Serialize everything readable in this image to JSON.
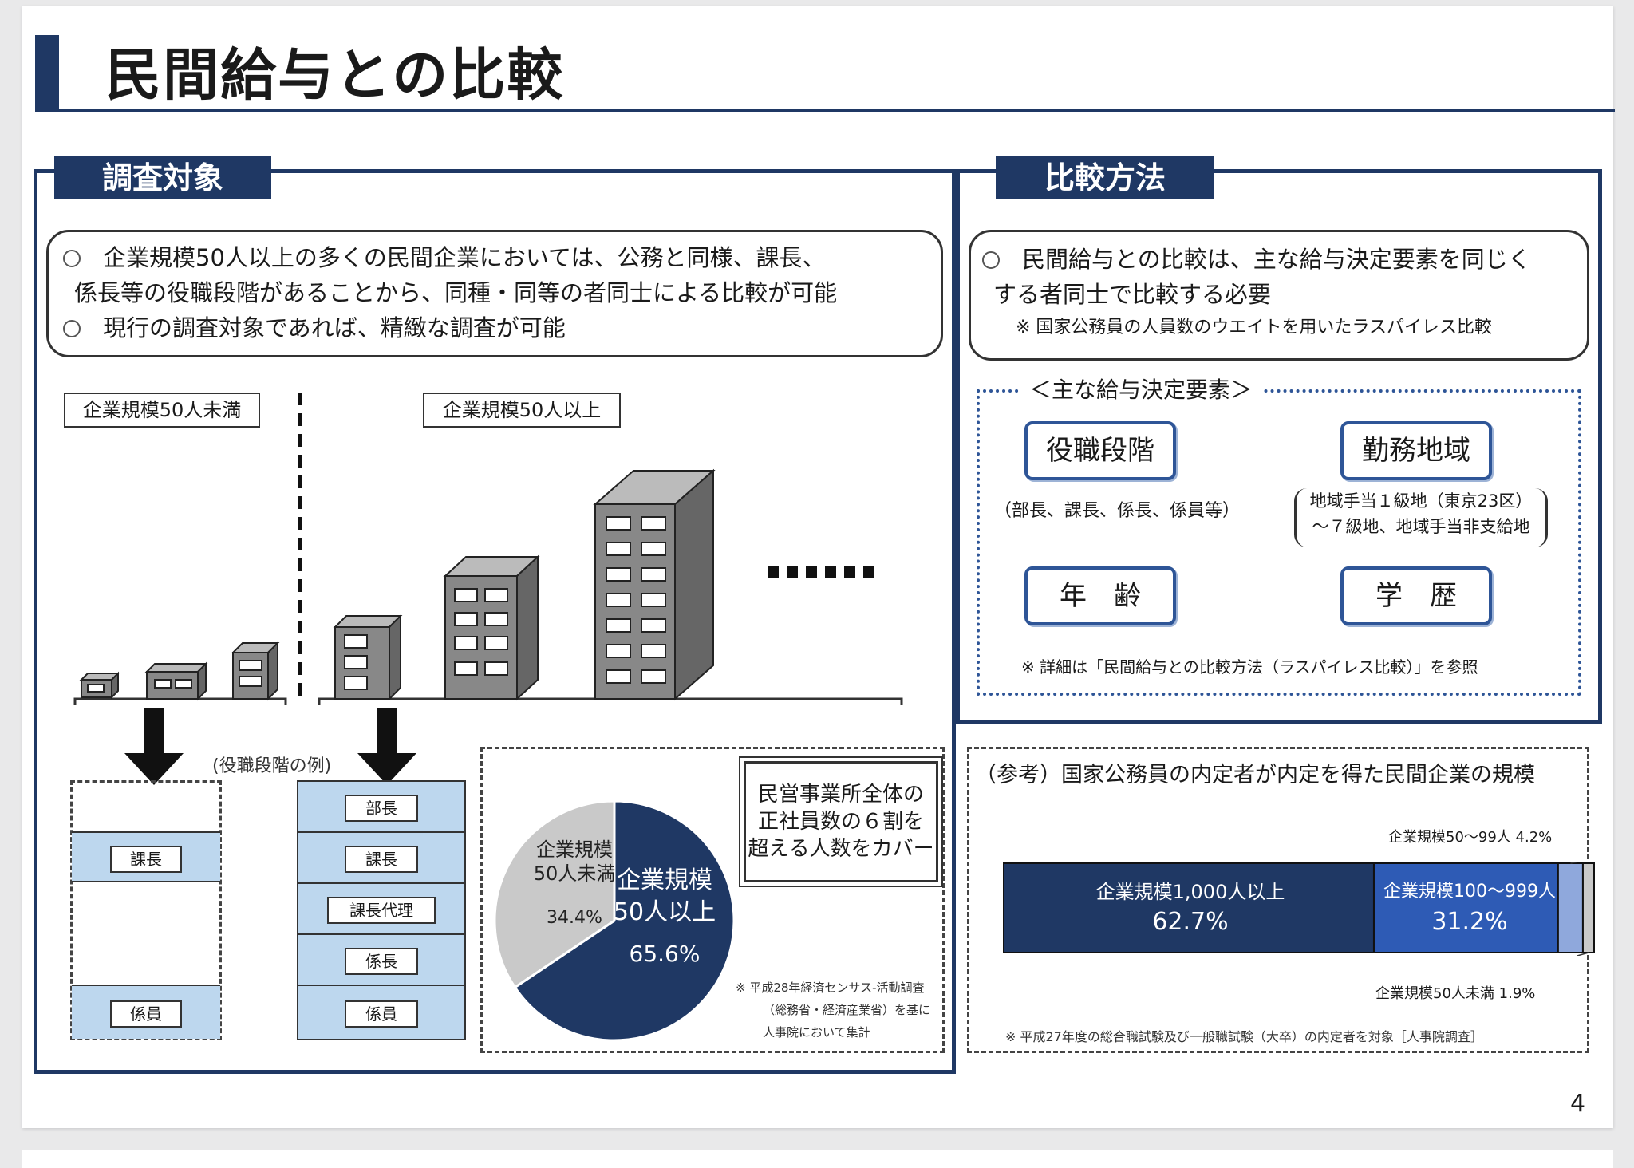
{
  "slide": {
    "title": "民間給与との比較",
    "page_number": "4"
  },
  "survey": {
    "header": "調査対象",
    "bullets": [
      "企業規模50人以上の多くの民間企業においては、公務と同様、課長、",
      "係長等の役職段階があることから、同種・同等の者同士による比較が可能",
      "現行の調査対象であれば、精緻な調査が可能"
    ],
    "label_small": "企業規模50人未満",
    "label_large": "企業規模50人以上",
    "role_caption": "(役職段階の例)",
    "roles_small": [
      "課長",
      "係員"
    ],
    "roles_large": [
      "部長",
      "課長",
      "課長代理",
      "係長",
      "係員"
    ]
  },
  "pie": {
    "callout": [
      "民営事業所全体の",
      "正社員数の６割を",
      "超える人数をカバー"
    ],
    "note": [
      "※ 平成28年経済センサス-活動調査",
      "（総務省・経済産業省）を基に",
      "人事院において集計"
    ]
  },
  "chart_data": [
    {
      "type": "pie",
      "slices": [
        {
          "label": "企業規模50人以上",
          "value": 65.6,
          "value_label": "65.6%"
        },
        {
          "label": "企業規模50人未満",
          "value": 34.4,
          "value_label": "34.4%"
        }
      ],
      "colors": [
        "#1f3864",
        "#c9c9c9"
      ]
    },
    {
      "type": "bar",
      "orientation": "horizontal-stacked",
      "title": "（参考）国家公務員の内定者が内定を得た民間企業の規模",
      "segments": [
        {
          "label": "企業規模1,000人以上",
          "value": 62.7,
          "value_label": "62.7%"
        },
        {
          "label": "企業規模100〜999人",
          "value": 31.2,
          "value_label": "31.2%"
        },
        {
          "label": "企業規模50〜99人",
          "value": 4.2,
          "value_label": "4.2%"
        },
        {
          "label": "企業規模50人未満",
          "value": 1.9,
          "value_label": "1.9%"
        }
      ],
      "colors": [
        "#1f3864",
        "#2e5bb5",
        "#8fa8dc",
        "#c9c9c9"
      ],
      "note": "※ 平成27年度の総合職試験及び一般職試験（大卒）の内定者を対象［人事院調査］"
    }
  ],
  "method": {
    "header": "比較方法",
    "bullet_lines": [
      "民間給与との比較は、主な給与決定要素を同じく",
      "する者同士で比較する必要"
    ],
    "sub_note": "※ 国家公務員の人員数のウエイトを用いたラスパイレス比較",
    "factors_title": "＜主な給与決定要素＞",
    "factors": [
      {
        "label": "役職段階",
        "detail": "（部長、課長、係長、係員等）"
      },
      {
        "label": "勤務地域",
        "detail_lines": [
          "地域手当１級地（東京23区）",
          "〜７級地、地域手当非支給地"
        ]
      },
      {
        "label": "年　齢"
      },
      {
        "label": "学　歴"
      }
    ],
    "factors_note": "※ 詳細は「民間給与との比較方法（ラスパイレス比較）」を参照"
  }
}
